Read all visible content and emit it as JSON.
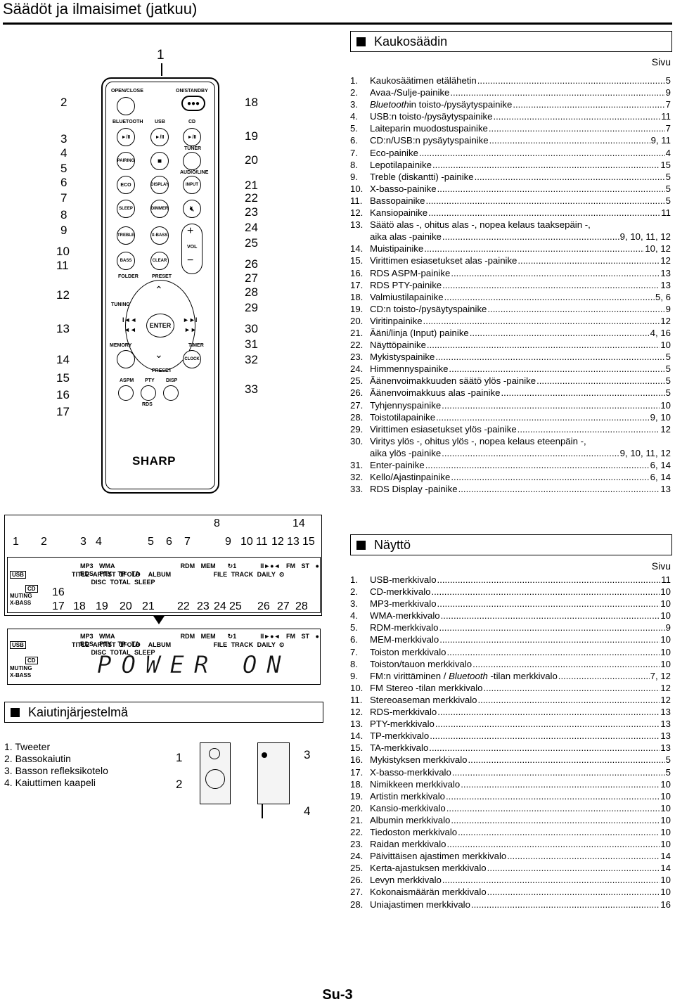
{
  "page_title": "Säädöt ja ilmaisimet (jatkuu)",
  "remote_section": {
    "heading": "Kaukosäädin",
    "sivu": "Sivu",
    "items": [
      {
        "n": "1.",
        "label": "Kaukosäätimen etälähetin",
        "page": "5"
      },
      {
        "n": "2.",
        "label": "Avaa-/Sulje-painike",
        "page": "9"
      },
      {
        "n": "3.",
        "label": "Bluetoothin toisto-/pysäytyspainike",
        "page": "7"
      },
      {
        "n": "4.",
        "label": "USB:n toisto-/pysäytyspainike",
        "page": "11"
      },
      {
        "n": "5.",
        "label": "Laiteparin muodostuspainike",
        "page": "7"
      },
      {
        "n": "6.",
        "label": "CD:n/USB:n pysäytyspainike",
        "page": "9, 11"
      },
      {
        "n": "7.",
        "label": "Eco-painike",
        "page": "4"
      },
      {
        "n": "8.",
        "label": "Lepotilapainike",
        "page": "15"
      },
      {
        "n": "9.",
        "label": "Treble (diskantti) -painike",
        "page": "5"
      },
      {
        "n": "10.",
        "label": "X-basso-painike",
        "page": "5"
      },
      {
        "n": "11.",
        "label": "Bassopainike",
        "page": "5"
      },
      {
        "n": "12.",
        "label": "Kansiopainike",
        "page": "11"
      },
      {
        "n": "13.",
        "label": "Säätö alas -, ohitus alas -, nopea kelaus taaksepäin -,",
        "page": ""
      },
      {
        "n": "",
        "label": "aika alas -painike",
        "page": "9, 10, 11, 12"
      },
      {
        "n": "14.",
        "label": "Muistipainike",
        "page": "10, 12"
      },
      {
        "n": "15.",
        "label": "Virittimen esiasetukset alas -painike",
        "page": "12"
      },
      {
        "n": "16.",
        "label": "RDS ASPM-painike",
        "page": "13"
      },
      {
        "n": "17.",
        "label": "RDS PTY-painike",
        "page": "13"
      },
      {
        "n": "18.",
        "label": "Valmiustilapainike",
        "page": "5, 6"
      },
      {
        "n": "19.",
        "label": "CD:n toisto-/pysäytyspainike",
        "page": "9"
      },
      {
        "n": "20.",
        "label": "Viritinpainike",
        "page": "12"
      },
      {
        "n": "21.",
        "label": "Ääni/linja (Input) painike",
        "page": "4, 16"
      },
      {
        "n": "22.",
        "label": "Näyttöpainike",
        "page": "10"
      },
      {
        "n": "23.",
        "label": "Mykistyspainike",
        "page": "5"
      },
      {
        "n": "24.",
        "label": "Himmennyspainike",
        "page": "5"
      },
      {
        "n": "25.",
        "label": "Äänenvoimakkuuden säätö ylös -painike",
        "page": "5"
      },
      {
        "n": "26.",
        "label": "Äänenvoimakkuus alas -painike",
        "page": "5"
      },
      {
        "n": "27.",
        "label": "Tyhjennyspainike",
        "page": "10"
      },
      {
        "n": "28.",
        "label": "Toistotilapainike",
        "page": "9, 10"
      },
      {
        "n": "29.",
        "label": "Virittimen esiasetukset ylös -painike",
        "page": "12"
      },
      {
        "n": "30.",
        "label": "Viritys ylös -, ohitus ylös -, nopea kelaus eteenpäin -,",
        "page": ""
      },
      {
        "n": "",
        "label": "aika ylös -painike",
        "page": "9, 10, 11, 12"
      },
      {
        "n": "31.",
        "label": "Enter-painike",
        "page": "6, 14"
      },
      {
        "n": "32.",
        "label": "Kello/Ajastinpainike",
        "page": "6, 14"
      },
      {
        "n": "33.",
        "label": "RDS Display -painike",
        "page": "13"
      }
    ]
  },
  "display_section": {
    "heading": "Näyttö",
    "sivu": "Sivu",
    "items": [
      {
        "n": "1.",
        "label": "USB-merkkivalo",
        "page": "11"
      },
      {
        "n": "2.",
        "label": "CD-merkkivalo",
        "page": "10"
      },
      {
        "n": "3.",
        "label": "MP3-merkkivalo",
        "page": "10"
      },
      {
        "n": "4.",
        "label": "WMA-merkkivalo",
        "page": "10"
      },
      {
        "n": "5.",
        "label": "RDM-merkkivalo",
        "page": "9"
      },
      {
        "n": "6.",
        "label": "MEM-merkkivalo",
        "page": "10"
      },
      {
        "n": "7.",
        "label": "Toiston merkkivalo",
        "page": "10"
      },
      {
        "n": "8.",
        "label": "Toiston/tauon merkkivalo",
        "page": "10"
      },
      {
        "n": "9.",
        "label": "FM:n virittäminen / Bluetooth -tilan merkkivalo",
        "page": "7, 12"
      },
      {
        "n": "10.",
        "label": "FM Stereo -tilan merkkivalo",
        "page": "12"
      },
      {
        "n": "11.",
        "label": "Stereoaseman merkkivalo",
        "page": "12"
      },
      {
        "n": "12.",
        "label": "RDS-merkkivalo",
        "page": "13"
      },
      {
        "n": "13.",
        "label": "PTY-merkkivalo",
        "page": "13"
      },
      {
        "n": "14.",
        "label": "TP-merkkivalo",
        "page": "13"
      },
      {
        "n": "15.",
        "label": "TA-merkkivalo",
        "page": "13"
      },
      {
        "n": "16.",
        "label": "Mykistyksen merkkivalo",
        "page": "5"
      },
      {
        "n": "17.",
        "label": "X-basso-merkkivalo",
        "page": "5"
      },
      {
        "n": "18.",
        "label": "Nimikkeen merkkivalo",
        "page": "10"
      },
      {
        "n": "19.",
        "label": "Artistin merkkivalo",
        "page": "10"
      },
      {
        "n": "20.",
        "label": "Kansio-merkkivalo",
        "page": "10"
      },
      {
        "n": "21.",
        "label": "Albumin merkkivalo",
        "page": "10"
      },
      {
        "n": "22.",
        "label": "Tiedoston merkkivalo",
        "page": "10"
      },
      {
        "n": "23.",
        "label": "Raidan merkkivalo",
        "page": "10"
      },
      {
        "n": "24.",
        "label": "Päivittäisen ajastimen merkkivalo",
        "page": "14"
      },
      {
        "n": "25.",
        "label": "Kerta-ajastuksen merkkivalo",
        "page": "14"
      },
      {
        "n": "26.",
        "label": "Levyn merkkivalo",
        "page": "10"
      },
      {
        "n": "27.",
        "label": "Kokonaismäärän merkkivalo",
        "page": "10"
      },
      {
        "n": "28.",
        "label": "Uniajastimen merkkivalo",
        "page": "16"
      }
    ]
  },
  "speaker_section": {
    "heading": "Kaiutinjärjestelmä",
    "items": [
      "1. Tweeter",
      "2. Bassokaiutin",
      "3. Basson refleksikotelo",
      "4. Kaiuttimen kaapeli"
    ],
    "callouts": [
      "1",
      "2",
      "3",
      "4"
    ]
  },
  "remote": {
    "brand": "SHARP",
    "labels": {
      "open_close": "OPEN/CLOSE",
      "on_standby": "ON/STANDBY",
      "bluetooth": "BLUETOOTH",
      "usb": "USB",
      "cd": "CD",
      "tuner": "TUNER",
      "pairing": "PAIRING",
      "audio_line": "AUDIO/LINE",
      "eco": "ECO",
      "display": "DISPLAY",
      "input": "INPUT",
      "sleep": "SLEEP",
      "dimmer": "DIMMER",
      "treble": "TREBLE",
      "x_bass": "X-BASS",
      "vol": "VOL",
      "bass": "BASS",
      "clear": "CLEAR",
      "folder": "FOLDER",
      "preset_top": "PRESET",
      "tuning": "TUNING",
      "enter": "ENTER",
      "memory": "MEMORY",
      "timer": "TIMER",
      "clock": "CLOCK",
      "preset_bottom": "PRESET",
      "aspm": "ASPM",
      "pty": "PTY",
      "disp": "DISP",
      "rds": "RDS"
    },
    "callouts_left": [
      "2",
      "3",
      "4",
      "5",
      "6",
      "7",
      "8",
      "9",
      "10",
      "11",
      "12",
      "13",
      "14",
      "15",
      "16",
      "17"
    ],
    "callouts_right": [
      "18",
      "19",
      "20",
      "21",
      "22",
      "23",
      "24",
      "25",
      "26",
      "27",
      "28",
      "29",
      "30",
      "31",
      "32",
      "33"
    ],
    "callout_top": "1"
  },
  "lcd": {
    "top_numbers": [
      "8",
      "14"
    ],
    "row1_numbers": [
      "1",
      "2",
      "3",
      "4",
      "5",
      "6",
      "7",
      "9",
      "10",
      "11",
      "12",
      "13",
      "15"
    ],
    "row2_numbers": [
      "16",
      "17",
      "18",
      "19",
      "20",
      "21",
      "22",
      "23",
      "24",
      "25",
      "26",
      "27",
      "28"
    ],
    "indicators_row1": [
      "MP3",
      "WMA",
      "RDM",
      "MEM",
      "1",
      "FM",
      "ST",
      "RDS",
      "PTY",
      "TP",
      "TA"
    ],
    "indicators_row2": [
      "TITLE",
      "ARTIST",
      "1FOLD",
      "ALBUM",
      "FILE",
      "TRACK",
      "DAILY",
      "DISC",
      "TOTAL",
      "SLEEP"
    ],
    "side": [
      "USB",
      "CD",
      "MUTING",
      "X-BASS"
    ],
    "message": "POWER ON"
  },
  "footer": "Su-3"
}
